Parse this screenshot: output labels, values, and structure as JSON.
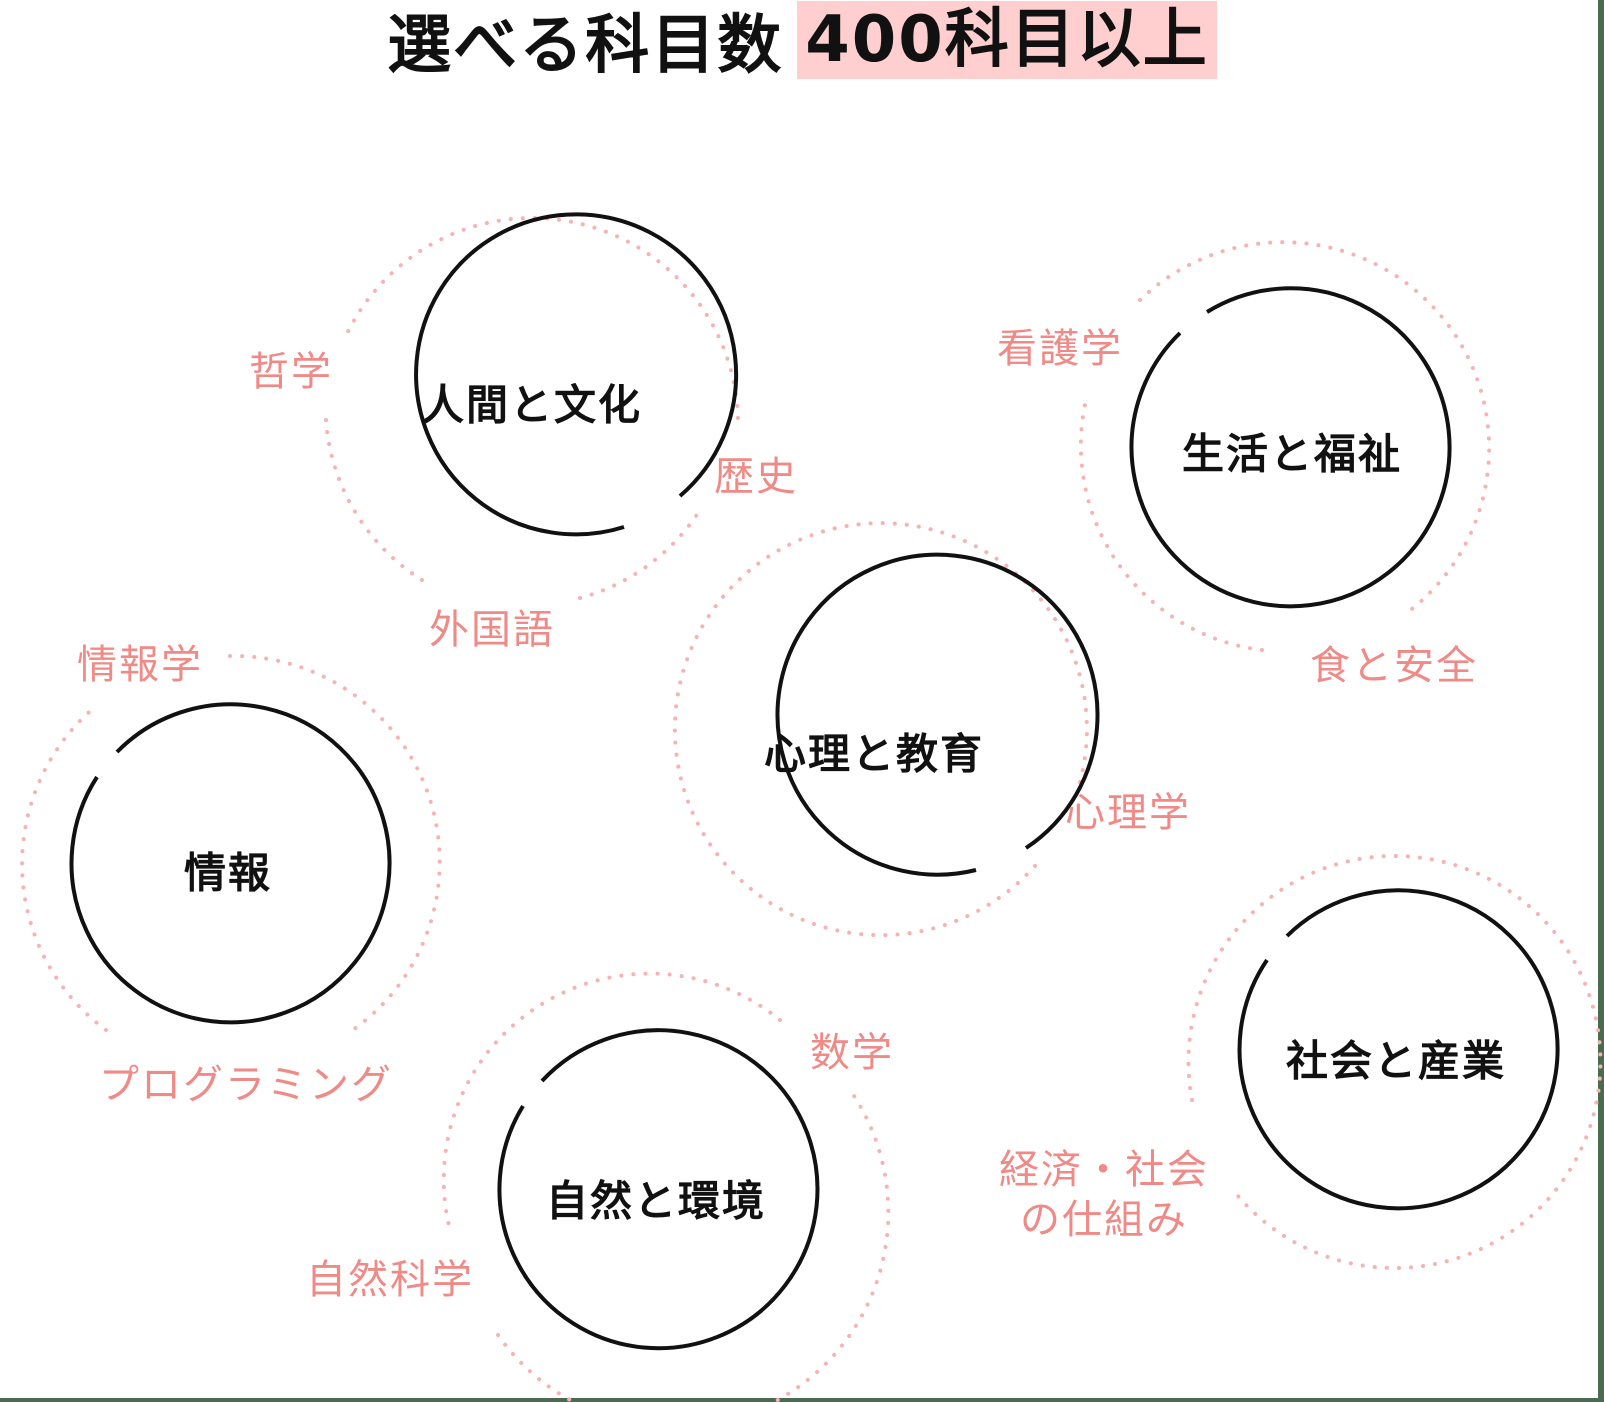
{
  "title": {
    "prefix": "選べる科目数",
    "highlight": "400科目以上"
  },
  "colors": {
    "highlight_bg": "#ffcfcf",
    "sub_text": "#f08a86",
    "dotted_ring": "#f6b3b3",
    "hub_ring": "#111111",
    "frame": "#4a6b4f"
  },
  "hubs": [
    {
      "label": "人間と文化",
      "subjects": [
        "哲学",
        "歴史",
        "外国語"
      ]
    },
    {
      "label": "生活と福祉",
      "subjects": [
        "看護学",
        "食と安全"
      ]
    },
    {
      "label": "心理と教育",
      "subjects": [
        "心理学"
      ]
    },
    {
      "label": "情報",
      "subjects": [
        "情報学",
        "プログラミング"
      ]
    },
    {
      "label": "自然と環境",
      "subjects": [
        "数学",
        "自然科学"
      ]
    },
    {
      "label": "社会と産業",
      "subjects": [
        "経済・社会\nの仕組み"
      ]
    }
  ],
  "sub_labels": {
    "tetsugaku": "哲学",
    "rekishi": "歴史",
    "gaikokugo": "外国語",
    "kango": "看護学",
    "shoku": "食と安全",
    "shinrigaku": "心理学",
    "johogaku": "情報学",
    "programming": "プログラミング",
    "sugaku": "数学",
    "shizenkagaku": "自然科学",
    "keizai_line1": "経済・社会",
    "keizai_line2": "の仕組み"
  }
}
